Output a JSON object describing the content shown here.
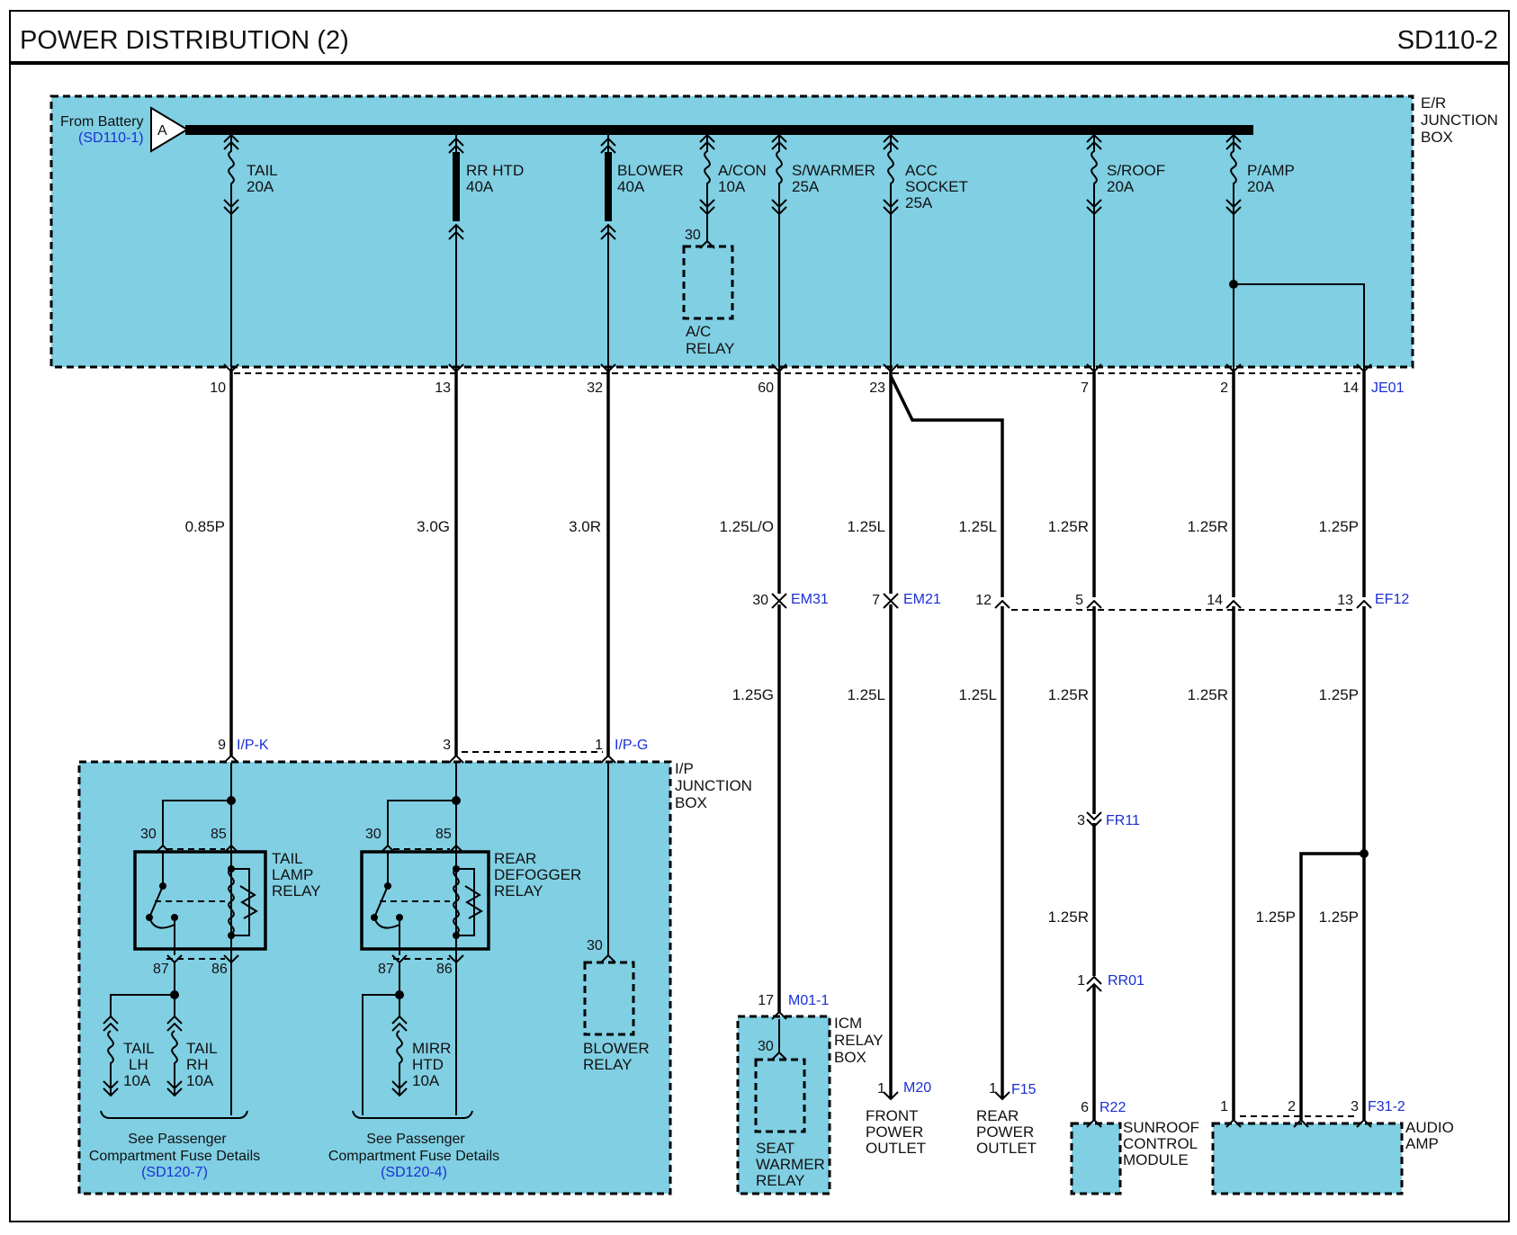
{
  "header": {
    "title": "POWER DISTRIBUTION (2)",
    "page_code": "SD110-2"
  },
  "er_box": {
    "label_lines": [
      "E/R",
      "JUNCTION",
      "BOX"
    ],
    "from_battery": "From Battery",
    "from_battery_ref": "(SD110-1)",
    "battery_tag": "A",
    "connector": "JE01"
  },
  "fuses": [
    {
      "lines": [
        "TAIL",
        "20A"
      ]
    },
    {
      "lines": [
        "RR HTD",
        "40A"
      ]
    },
    {
      "lines": [
        "BLOWER",
        "40A"
      ]
    },
    {
      "lines": [
        "A/CON",
        "10A"
      ]
    },
    {
      "lines": [
        "S/WARMER",
        "25A"
      ]
    },
    {
      "lines": [
        "ACC",
        "SOCKET",
        "25A"
      ]
    },
    {
      "lines": [
        "S/ROOF",
        "20A"
      ]
    },
    {
      "lines": [
        "P/AMP",
        "20A"
      ]
    }
  ],
  "ac_relay": {
    "pin": "30",
    "lines": [
      "A/C",
      "RELAY"
    ]
  },
  "je01_pins": [
    "10",
    "13",
    "32",
    "60",
    "23",
    "7",
    "2",
    "14"
  ],
  "wires_upper": [
    "0.85P",
    "3.0G",
    "3.0R",
    "1.25L/O",
    "1.25L",
    "1.25L",
    "1.25R",
    "1.25R",
    "1.25P"
  ],
  "wires_lower": [
    "1.25G",
    "1.25L",
    "1.25L",
    "1.25R",
    "1.25R",
    "1.25P"
  ],
  "connectors": {
    "em31": {
      "name": "EM31",
      "pin": "30"
    },
    "em21": {
      "name": "EM21",
      "pin": "7"
    },
    "ef12": {
      "name": "EF12",
      "pins": [
        "12",
        "5",
        "14",
        "13"
      ]
    },
    "ipk": {
      "name": "I/P-K",
      "pin": "9"
    },
    "ipg": {
      "name": "I/P-G",
      "pins": [
        "3",
        "1"
      ]
    },
    "fr11": {
      "name": "FR11",
      "pin": "3"
    },
    "rr01": {
      "name": "RR01",
      "pin": "1"
    },
    "m01": {
      "name": "M01-1",
      "pin": "17"
    },
    "m20": {
      "name": "M20",
      "pin": "1"
    },
    "f15": {
      "name": "F15",
      "pin": "1"
    },
    "r22": {
      "name": "R22",
      "pin": "6"
    },
    "f31": {
      "name": "F31-2",
      "pins": [
        "1",
        "2",
        "3"
      ]
    }
  },
  "sunroof_wire": "1.25R",
  "amp_wires": [
    "1.25P",
    "1.25P"
  ],
  "ip_box": {
    "label_lines": [
      "I/P",
      "JUNCTION",
      "BOX"
    ],
    "tail_relay": {
      "lines": [
        "TAIL",
        "LAMP",
        "RELAY"
      ],
      "pins": [
        "30",
        "85",
        "87",
        "86"
      ]
    },
    "rear_relay": {
      "lines": [
        "REAR",
        "DEFOGGER",
        "RELAY"
      ],
      "pins": [
        "30",
        "85",
        "87",
        "86"
      ]
    },
    "blower_relay": {
      "pin": "30",
      "lines": [
        "BLOWER",
        "RELAY"
      ]
    },
    "fuse_tail_lh": [
      "TAIL",
      "LH",
      "10A"
    ],
    "fuse_tail_rh": [
      "TAIL",
      "RH",
      "10A"
    ],
    "fuse_mirr": [
      "MIRR",
      "HTD",
      "10A"
    ],
    "note1": [
      "See Passenger",
      "Compartment Fuse Details"
    ],
    "note1_ref": "(SD120-7)",
    "note2": [
      "See Passenger",
      "Compartment Fuse Details"
    ],
    "note2_ref": "(SD120-4)"
  },
  "icm_box": {
    "label_lines": [
      "ICM",
      "RELAY",
      "BOX"
    ],
    "relay_pin": "30",
    "relay_lines": [
      "SEAT",
      "WARMER",
      "RELAY"
    ]
  },
  "loads": {
    "front_outlet": [
      "FRONT",
      "POWER",
      "OUTLET"
    ],
    "rear_outlet": [
      "REAR",
      "POWER",
      "OUTLET"
    ],
    "sunroof": [
      "SUNROOF",
      "CONTROL",
      "MODULE"
    ],
    "audio_amp": [
      "AUDIO",
      "AMP"
    ]
  },
  "colors": {
    "box_fill": "#80cfe3",
    "ref_text": "#1a2fd6"
  }
}
